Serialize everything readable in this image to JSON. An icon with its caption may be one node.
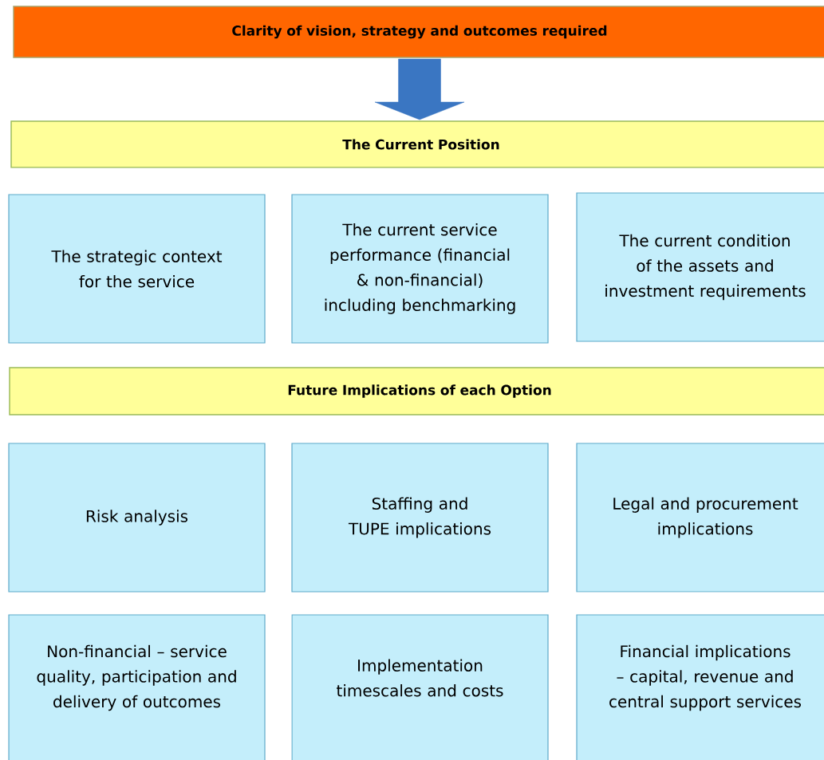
{
  "diagram": {
    "nodes": [
      {
        "text": [
          "Clarity of vision, strategy and outcomes required"
        ]
      },
      {
        "text": [
          "The Current Position"
        ]
      },
      {
        "text": [
          "The strategic context for the service"
        ]
      },
      {
        "text": [
          "The current service performance (financial & non-financial) including benchmarking"
        ]
      },
      {
        "text": [
          "The current condition of the assets and investment requirements"
        ]
      },
      {
        "text": [
          "Future Implications of each Option"
        ]
      },
      {
        "text": [
          "Risk analysis"
        ]
      },
      {
        "text": [
          "Staffing and TUPE implications"
        ]
      },
      {
        "text": [
          "Legal and procurement implications"
        ]
      },
      {
        "text": [
          "Non-financial – service quality, participation and delivery of outcomes"
        ]
      },
      {
        "text": [
          "Implementation timescales and costs"
        ]
      },
      {
        "text": [
          "Financial implications – capital, revenue and central support services"
        ]
      }
    ],
    "edges": [
      {
        "from": 0,
        "to": 1,
        "arrow": "to"
      }
    ]
  }
}
